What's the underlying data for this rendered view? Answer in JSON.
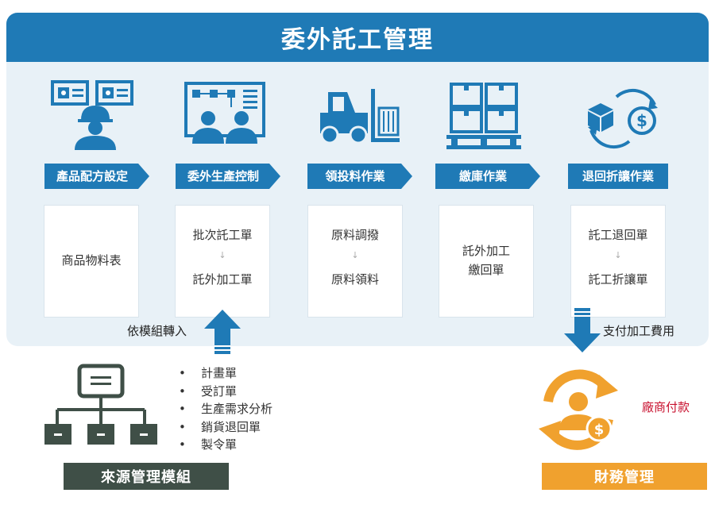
{
  "title": "委外託工管理",
  "stages": [
    {
      "label": "產品配方設定",
      "icon": "engineer-screens-icon"
    },
    {
      "label": "委外生產控制",
      "icon": "production-board-icon"
    },
    {
      "label": "領投料作業",
      "icon": "forklift-icon"
    },
    {
      "label": "繳庫作業",
      "icon": "pallet-boxes-icon"
    },
    {
      "label": "退回折讓作業",
      "icon": "box-dollar-icon"
    }
  ],
  "cards": [
    {
      "lines": [
        "商品物料表"
      ]
    },
    {
      "lines": [
        "批次託工單",
        "託外加工單"
      ]
    },
    {
      "lines": [
        "原料調撥",
        "原料領料"
      ]
    },
    {
      "lines": [
        "託外加工",
        "繳回單"
      ]
    },
    {
      "lines": [
        "託工退回單",
        "託工折讓單"
      ]
    }
  ],
  "arrow_up_label": "依模組轉入",
  "arrow_down_label": "支付加工費用",
  "source_list": [
    "計畫單",
    "受訂單",
    "生產需求分析",
    "銷貨退回單",
    "製令單"
  ],
  "source_module": "來源管理模組",
  "finance_note": "廠商付款",
  "finance_module": "財務管理",
  "colors": {
    "primary": "#1f7ab6",
    "panel": "#e8f1f7",
    "source": "#3f4f47",
    "finance": "#f0a12e",
    "finance_text": "#c8102e"
  }
}
